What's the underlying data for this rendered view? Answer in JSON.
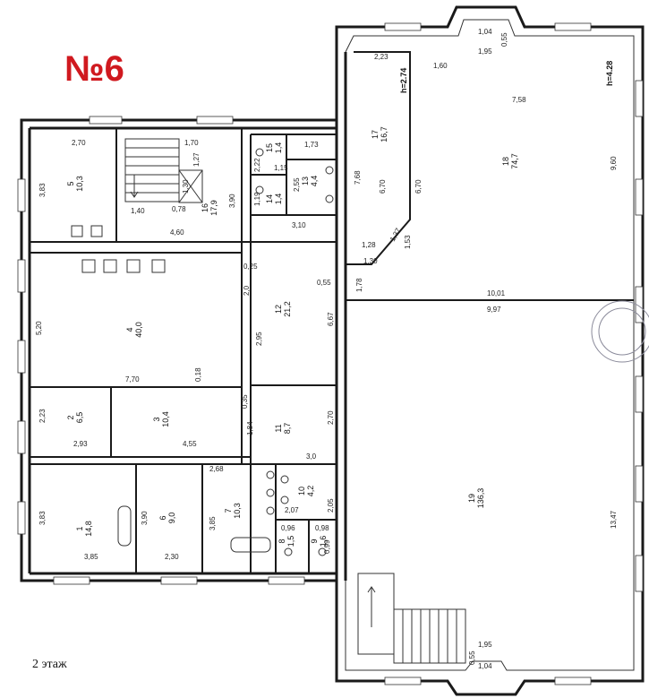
{
  "header": {
    "number": "№6"
  },
  "footer": {
    "floor_label": "2 этаж"
  },
  "heights": {
    "room17": "h=2.74",
    "room18": "h=4.28"
  },
  "rooms": [
    {
      "id": "1",
      "num": "1",
      "area": "14,8"
    },
    {
      "id": "2",
      "num": "2",
      "area": "6,5"
    },
    {
      "id": "3",
      "num": "3",
      "area": "10,4"
    },
    {
      "id": "4",
      "num": "4",
      "area": "40,0"
    },
    {
      "id": "5",
      "num": "5",
      "area": "10,3"
    },
    {
      "id": "6",
      "num": "6",
      "area": "9,0"
    },
    {
      "id": "7",
      "num": "7",
      "area": "10,3"
    },
    {
      "id": "8",
      "num": "8",
      "area": "1,5"
    },
    {
      "id": "9",
      "num": "9",
      "area": "1,6"
    },
    {
      "id": "10",
      "num": "10",
      "area": "4,2"
    },
    {
      "id": "11",
      "num": "11",
      "area": "8,7"
    },
    {
      "id": "12",
      "num": "12",
      "area": "21,2"
    },
    {
      "id": "13",
      "num": "13",
      "area": "4,4"
    },
    {
      "id": "14",
      "num": "14",
      "area": "1,4"
    },
    {
      "id": "15",
      "num": "15",
      "area": "1,4"
    },
    {
      "id": "16",
      "num": "16",
      "area": "17,9"
    },
    {
      "id": "17",
      "num": "17",
      "area": "16,7"
    },
    {
      "id": "18",
      "num": "18",
      "area": "74,7"
    },
    {
      "id": "19",
      "num": "19",
      "area": "136,3"
    }
  ],
  "dimensions": [
    "2,70",
    "3,83",
    "1,70",
    "1,27",
    "1,30",
    "0,78",
    "1,40",
    "3,90",
    "4,60",
    "1,73",
    "1,15",
    "2,22",
    "1,19",
    "2,55",
    "3,10",
    "0,25",
    "2,0",
    "0,55",
    "2,95",
    "6,67",
    "5,20",
    "7,70",
    "0,18",
    "2,23",
    "2,93",
    "4,55",
    "0,35",
    "1,84",
    "2,70",
    "3,0",
    "3,83",
    "3,85",
    "3,90",
    "2,30",
    "2,68",
    "3,85",
    "2,07",
    "2,05",
    "0,96",
    "0,98",
    "0,99",
    "2,23",
    "1,60",
    "7,58",
    "9,60",
    "7,68",
    "6,70",
    "6,70",
    "1,28",
    "1,37",
    "1,53",
    "1,30",
    "1,78",
    "10,01",
    "9,97",
    "13,47",
    "1,95",
    "1,04",
    "0,55",
    "1,95",
    "1,04",
    "0,55"
  ]
}
